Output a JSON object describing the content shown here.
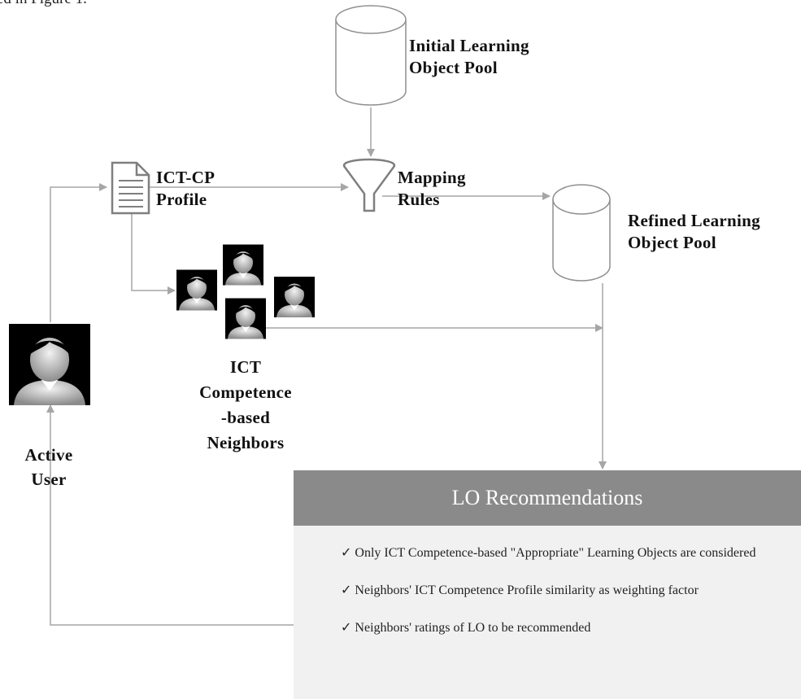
{
  "caption_fragment": "ed in Figure 1.",
  "nodes": {
    "initial_pool": [
      "Initial Learning",
      "Object Pool"
    ],
    "profile": [
      "ICT-CP",
      "Profile"
    ],
    "mapping": [
      "Mapping",
      "Rules"
    ],
    "refined_pool": [
      "Refined Learning",
      "Object Pool"
    ],
    "neighbors": [
      "ICT",
      "Competence",
      "-based",
      "Neighbors"
    ],
    "active_user": [
      "Active",
      "User"
    ]
  },
  "recommendations": {
    "title": "LO Recommendations",
    "items": [
      "✓ Only ICT Competence-based \"Appropriate\" Learning Objects are considered",
      "✓ Neighbors' ICT Competence Profile similarity as weighting factor",
      "✓ Neighbors' ratings of LO to be recommended"
    ]
  },
  "colors": {
    "header": "#8a8a8a",
    "box": "#f1f1f1",
    "lines": "#a6a6a6",
    "avatar_bg": "#000000"
  },
  "icons": [
    "database-icon",
    "document-icon",
    "funnel-icon",
    "user-avatar-icon"
  ]
}
